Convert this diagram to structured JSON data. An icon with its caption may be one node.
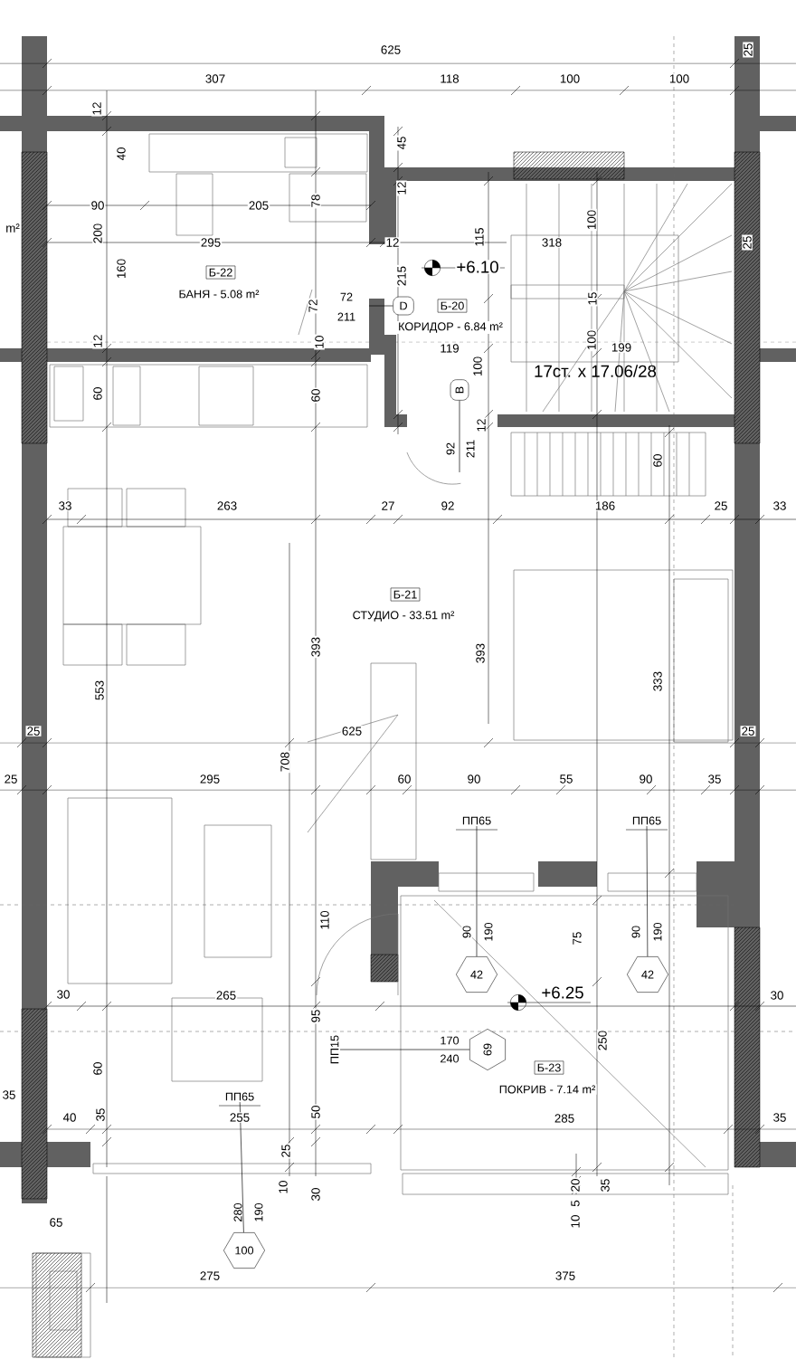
{
  "diagram": {
    "nodes": [
      {
        "text": [
          "Б-22",
          "БАНЯ - 5.08 m²"
        ]
      },
      {
        "text": [
          "D"
        ],
        "beside": [
          "72",
          "211"
        ]
      },
      {
        "text": [
          "Б-20",
          "КОРИДОР - 6.84 m²"
        ]
      },
      {
        "text": [
          "B"
        ],
        "beside": [
          "92",
          "211"
        ]
      },
      {
        "text": [
          "Б-21",
          "СТУДИО - 33.51 m²"
        ]
      },
      {
        "text": [
          "ПП65"
        ]
      },
      {
        "text": [
          "ПП65"
        ]
      },
      {
        "text": [
          "42"
        ],
        "beside": [
          "90",
          "190"
        ]
      },
      {
        "text": [
          "42"
        ],
        "beside": [
          "90",
          "190"
        ]
      },
      {
        "text": [
          "ПП15"
        ]
      },
      {
        "text": [
          "69"
        ],
        "beside": [
          "170",
          "240"
        ]
      },
      {
        "text": [
          "Б-23",
          "ПОКРИВ - 7.14 m²"
        ]
      },
      {
        "text": [
          "ПП65"
        ]
      },
      {
        "text": [
          "100"
        ],
        "beside": [
          "280",
          "190"
        ]
      }
    ],
    "edges": [
      {
        "from": 5,
        "to": 7,
        "arrow": "none"
      },
      {
        "from": 6,
        "to": 8,
        "arrow": "none"
      },
      {
        "from": 10,
        "to": 9,
        "arrow": "none"
      },
      {
        "from": 12,
        "to": 13,
        "arrow": "none"
      },
      {
        "from": 1,
        "to": null,
        "arrow": "none"
      },
      {
        "from": 3,
        "to": null,
        "arrow": "none"
      }
    ],
    "labels": [
      "625",
      "25",
      "307",
      "118",
      "100",
      "100",
      "12",
      "45",
      "40",
      "12",
      "90",
      "205",
      "78",
      "100",
      "m²",
      "200",
      "295",
      "12",
      "115",
      "318",
      "25",
      "160",
      "+6.10",
      "215",
      "15",
      "72",
      "12",
      "10",
      "119",
      "100",
      "199",
      "100",
      "17ст. х 17.06/28",
      "60",
      "60",
      "12",
      "60",
      "33",
      "263",
      "27",
      "92",
      "186",
      "25",
      "33",
      "393",
      "393",
      "333",
      "553",
      "25",
      "625",
      "25",
      "708",
      "25",
      "295",
      "60",
      "90",
      "55",
      "90",
      "35",
      "110",
      "75",
      "30",
      "265",
      "30",
      "+6.25",
      "95",
      "250",
      "60",
      "35",
      "40",
      "35",
      "255",
      "50",
      "285",
      "35",
      "25",
      "10",
      "30",
      "20",
      "35",
      "65",
      "5",
      "10",
      "275",
      "375"
    ]
  }
}
